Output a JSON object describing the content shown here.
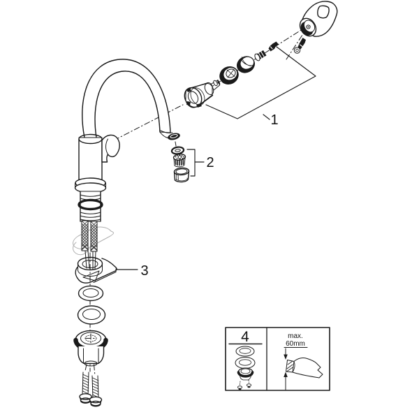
{
  "diagram": {
    "callout_1": "1",
    "callout_2": "2",
    "callout_3": "3",
    "detail_box": {
      "number": "4",
      "max_label": "max.",
      "dimension": "60mm"
    },
    "colors": {
      "line": "#1a1a1a",
      "sink_outline": "#b0b0b0",
      "paper": "#ffffff"
    }
  }
}
